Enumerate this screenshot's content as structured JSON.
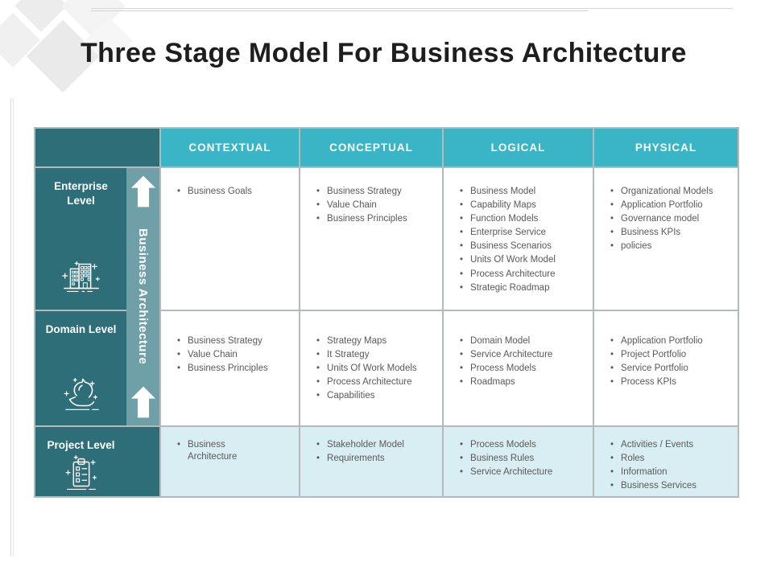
{
  "slide": {
    "title": "Three Stage Model For Business Architecture"
  },
  "table": {
    "column_headers": [
      "CONTEXTUAL",
      "CONCEPTUAL",
      "LOGICAL",
      "PHYSICAL"
    ],
    "vertical_label": "Business Architecture",
    "rows": [
      {
        "label": "Enterprise Level",
        "icon": "building-icon",
        "cells": [
          [
            "Business Goals"
          ],
          [
            "Business Strategy",
            "Value Chain",
            "Business Principles"
          ],
          [
            "Business Model",
            "Capability Maps",
            "Function Models",
            "Enterprise Service",
            "Business Scenarios",
            "Units Of Work Model",
            "Process Architecture",
            "Strategic Roadmap"
          ],
          [
            "Organizational Models",
            "Application Portfolio",
            "Governance model",
            "Business KPIs",
            "policies"
          ]
        ]
      },
      {
        "label": "Domain Level",
        "icon": "chess-knight-icon",
        "cells": [
          [
            "Business Strategy",
            "Value Chain",
            "Business Principles"
          ],
          [
            "Strategy Maps",
            "It Strategy",
            "Units Of Work Models",
            "Process Architecture",
            "Capabilities"
          ],
          [
            "Domain Model",
            "Service Architecture",
            "Process Models",
            "Roadmaps"
          ],
          [
            "Application Portfolio",
            "Project Portfolio",
            "Service Portfolio",
            "Process KPIs"
          ]
        ]
      },
      {
        "label": "Project Level",
        "icon": "clipboard-icon",
        "cells": [
          [
            "Business\nArchitecture"
          ],
          [
            "Stakeholder Model",
            "Requirements"
          ],
          [
            "Process Models",
            "Business Rules",
            "Service Architecture"
          ],
          [
            "Activities / Events",
            "Roles",
            "Information",
            "Business Services"
          ]
        ]
      }
    ]
  },
  "colors": {
    "dark_teal": "#2E6E78",
    "header_teal": "#3AB5C5",
    "strip_teal": "#6FA0A8",
    "project_row_bg": "#D9EEF3",
    "body_text": "#595959",
    "title_text": "#1E1E1E"
  }
}
